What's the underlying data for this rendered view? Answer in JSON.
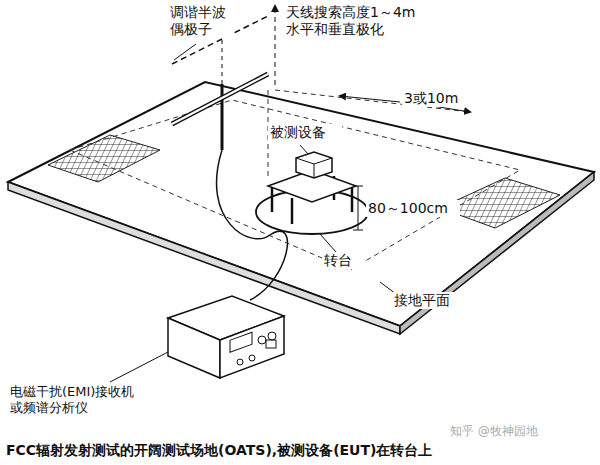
{
  "diagram": {
    "caption": "FCC辐射发射测试的开阔测试场地(OATS),被测设备(EUT)在转台上",
    "labels": [
      "调谐半波 偶极子",
      "天线搜索高度1～4m 水平和垂直极化",
      "3或10m",
      "被测设备",
      "80～100cm",
      "转台",
      "接地平面",
      "电磁干扰(EMI)接收机 或频谱分析仪",
      "知乎 @牧神园地"
    ]
  }
}
